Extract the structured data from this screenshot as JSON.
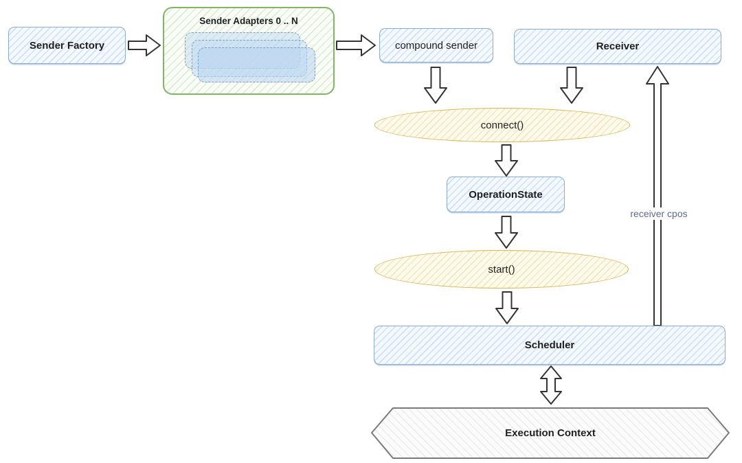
{
  "diagram": {
    "nodes": {
      "sender_factory": {
        "label": "Sender Factory"
      },
      "sender_adapters_group": {
        "label": "Sender Adapters 0 .. N"
      },
      "compound_sender": {
        "label": "compound sender"
      },
      "receiver": {
        "label": "Receiver"
      },
      "connect": {
        "label": "connect()"
      },
      "operation_state": {
        "label": "OperationState"
      },
      "start": {
        "label": "start()"
      },
      "scheduler": {
        "label": "Scheduler"
      },
      "execution_context": {
        "label": "Execution Context"
      }
    },
    "edge_labels": {
      "receiver_cpos": "receiver cpos"
    },
    "colors": {
      "text_color": "#1f1f1f",
      "node_border_blue": "#8aabd3",
      "adapter_border_blue": "#7b9cc9",
      "group_border_green": "#82b366",
      "ellipse_border_yellow": "#d6b656",
      "hexagon_border_gray": "#7a7a7a",
      "arrow_stroke": "#333333",
      "edge_label_color": "#5d6b8a"
    }
  }
}
